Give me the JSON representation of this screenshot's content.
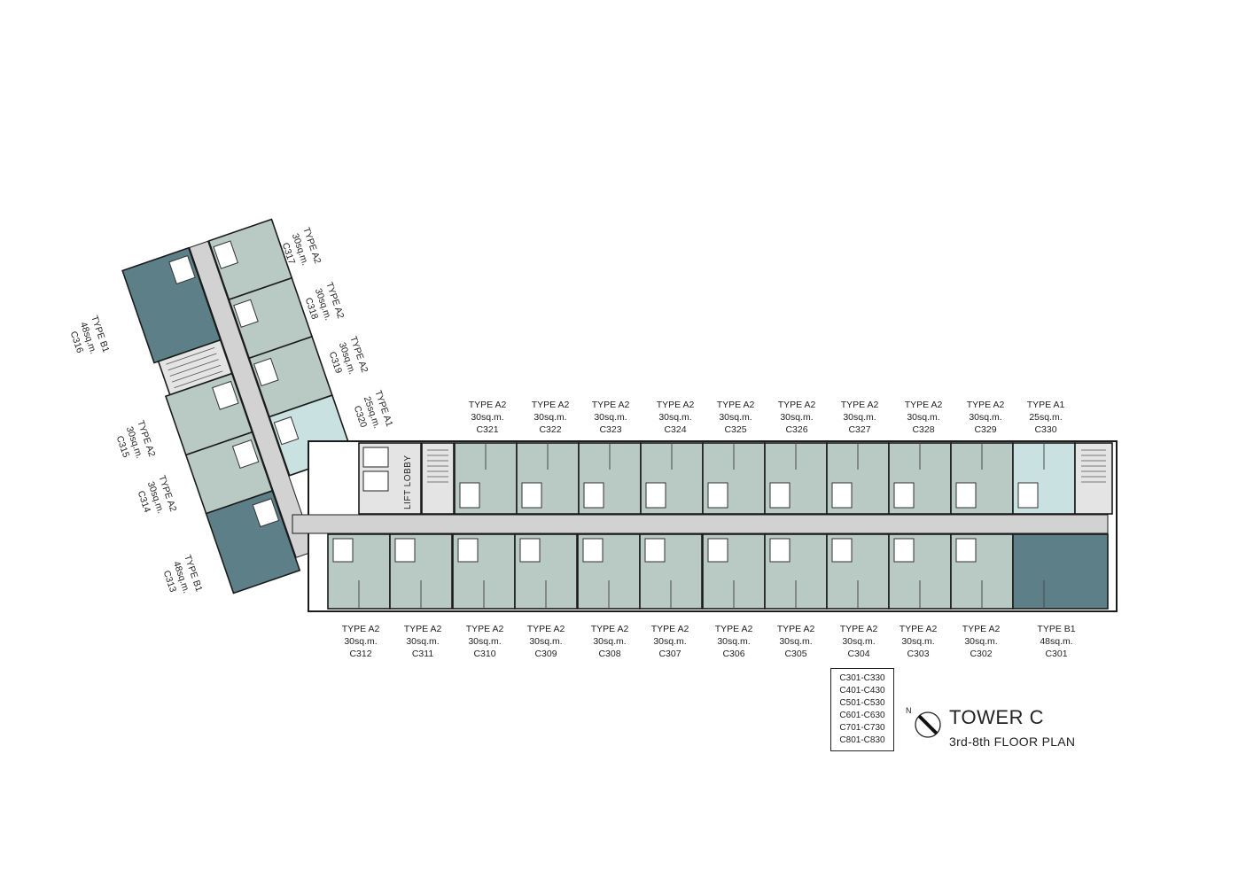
{
  "title": "TOWER C",
  "subtitle": "3rd-8th FLOOR PLAN",
  "north_label": "N",
  "lift_lobby": "LIFT LOBBY",
  "floor_ranges": [
    "C301-C330",
    "C401-C430",
    "C501-C530",
    "C601-C630",
    "C701-C730",
    "C801-C830"
  ],
  "colors": {
    "unit_a2": "#b9c9c3",
    "unit_a1": "#c9e1e1",
    "unit_b1": "#5d8088",
    "corridor": "#d2d2d2",
    "core": "#e4e4e4",
    "wall": "#1b1b1b"
  },
  "units_top": [
    {
      "type": "TYPE A2",
      "area": "30sq.m.",
      "code": "C321"
    },
    {
      "type": "TYPE A2",
      "area": "30sq.m.",
      "code": "C322"
    },
    {
      "type": "TYPE A2",
      "area": "30sq.m.",
      "code": "C323"
    },
    {
      "type": "TYPE A2",
      "area": "30sq.m.",
      "code": "C324"
    },
    {
      "type": "TYPE A2",
      "area": "30sq.m.",
      "code": "C325"
    },
    {
      "type": "TYPE A2",
      "area": "30sq.m.",
      "code": "C326"
    },
    {
      "type": "TYPE A2",
      "area": "30sq.m.",
      "code": "C327"
    },
    {
      "type": "TYPE A2",
      "area": "30sq.m.",
      "code": "C328"
    },
    {
      "type": "TYPE A2",
      "area": "30sq.m.",
      "code": "C329"
    },
    {
      "type": "TYPE A1",
      "area": "25sq.m.",
      "code": "C330"
    }
  ],
  "units_bottom": [
    {
      "type": "TYPE A2",
      "area": "30sq.m.",
      "code": "C312"
    },
    {
      "type": "TYPE A2",
      "area": "30sq.m.",
      "code": "C311"
    },
    {
      "type": "TYPE A2",
      "area": "30sq.m.",
      "code": "C310"
    },
    {
      "type": "TYPE A2",
      "area": "30sq.m.",
      "code": "C309"
    },
    {
      "type": "TYPE A2",
      "area": "30sq.m.",
      "code": "C308"
    },
    {
      "type": "TYPE A2",
      "area": "30sq.m.",
      "code": "C307"
    },
    {
      "type": "TYPE A2",
      "area": "30sq.m.",
      "code": "C306"
    },
    {
      "type": "TYPE A2",
      "area": "30sq.m.",
      "code": "C305"
    },
    {
      "type": "TYPE A2",
      "area": "30sq.m.",
      "code": "C304"
    },
    {
      "type": "TYPE A2",
      "area": "30sq.m.",
      "code": "C303"
    },
    {
      "type": "TYPE A2",
      "area": "30sq.m.",
      "code": "C302"
    },
    {
      "type": "TYPE B1",
      "area": "48sq.m.",
      "code": "C301"
    }
  ],
  "units_wing_outer": [
    {
      "type": "TYPE A2",
      "area": "30sq.m.",
      "code": "C317"
    },
    {
      "type": "TYPE A2",
      "area": "30sq.m.",
      "code": "C318"
    },
    {
      "type": "TYPE A2",
      "area": "30sq.m.",
      "code": "C319"
    },
    {
      "type": "TYPE A1",
      "area": "25sq.m.",
      "code": "C320"
    }
  ],
  "units_wing_inner": [
    {
      "type": "TYPE B1",
      "area": "48sq.m.",
      "code": "C316"
    },
    {
      "type": "TYPE A2",
      "area": "30sq.m.",
      "code": "C315"
    },
    {
      "type": "TYPE A2",
      "area": "30sq.m.",
      "code": "C314"
    },
    {
      "type": "TYPE B1",
      "area": "48sq.m.",
      "code": "C313"
    }
  ]
}
